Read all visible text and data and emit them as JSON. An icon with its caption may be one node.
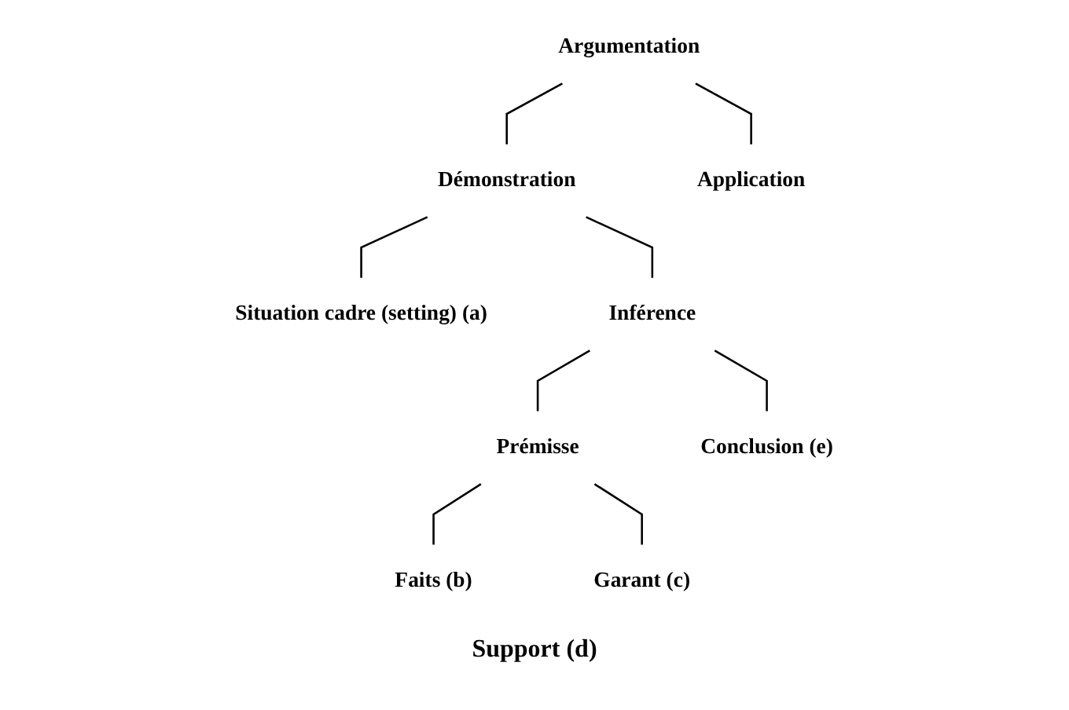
{
  "diagram": {
    "nodes": [
      {
        "text": [
          "Argumentation"
        ]
      },
      {
        "text": [
          "Démonstration"
        ]
      },
      {
        "text": [
          "Application"
        ]
      },
      {
        "text": [
          "Situation cadre (setting) (a)"
        ]
      },
      {
        "text": [
          "Inférence"
        ]
      },
      {
        "text": [
          "Prémisse"
        ]
      },
      {
        "text": [
          "Conclusion (e)"
        ]
      },
      {
        "text": [
          "Faits (b)"
        ]
      },
      {
        "text": [
          "Garant (c)"
        ]
      }
    ],
    "edges": [
      {
        "from": 0,
        "to": 1,
        "arrow": "none"
      },
      {
        "from": 0,
        "to": 2,
        "arrow": "none"
      },
      {
        "from": 1,
        "to": 3,
        "arrow": "none"
      },
      {
        "from": 1,
        "to": 4,
        "arrow": "none"
      },
      {
        "from": 4,
        "to": 5,
        "arrow": "none"
      },
      {
        "from": 4,
        "to": 6,
        "arrow": "none"
      },
      {
        "from": 5,
        "to": 7,
        "arrow": "none"
      },
      {
        "from": 5,
        "to": 8,
        "arrow": "none"
      }
    ],
    "labels": [
      "Support (d)"
    ]
  }
}
